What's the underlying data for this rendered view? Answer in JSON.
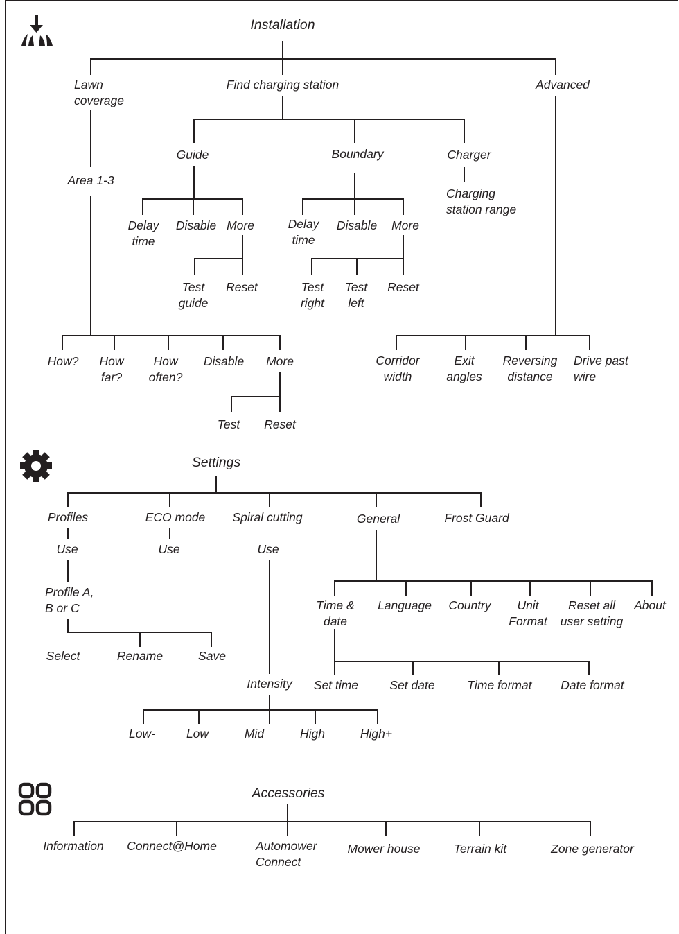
{
  "sections": {
    "installation": {
      "icon": "mower-installation-icon",
      "title": "Installation",
      "lawn_coverage": "Lawn\ncoverage",
      "find_charging_station": "Find charging station",
      "advanced": "Advanced",
      "area": "Area 1-3",
      "guide": "Guide",
      "boundary": "Boundary",
      "charger": "Charger",
      "charging_station_range": "Charging\nstation range",
      "guide_delay_time": "Delay\ntime",
      "guide_disable": "Disable",
      "guide_more": "More",
      "boundary_delay_time": "Delay\ntime",
      "boundary_disable": "Disable",
      "boundary_more": "More",
      "test_guide": "Test\nguide",
      "guide_reset": "Reset",
      "test_right": "Test\nright",
      "test_left": "Test\nleft",
      "boundary_reset": "Reset",
      "how": "How?",
      "how_far": "How\nfar?",
      "how_often": "How\noften?",
      "area_disable": "Disable",
      "area_more": "More",
      "area_test": "Test",
      "area_reset": "Reset",
      "corridor_width": "Corridor\nwidth",
      "exit_angles": "Exit\nangles",
      "reversing_distance": "Reversing\ndistance",
      "drive_past_wire": "Drive past\nwire"
    },
    "settings": {
      "icon": "gear-icon",
      "title": "Settings",
      "profiles": "Profiles",
      "eco_mode": "ECO mode",
      "spiral_cutting": "Spiral cutting",
      "general": "General",
      "frost_guard": "Frost Guard",
      "profiles_use": "Use",
      "eco_use": "Use",
      "spiral_use": "Use",
      "profile_abc": "Profile A,\nB or C",
      "select": "Select",
      "rename": "Rename",
      "save": "Save",
      "intensity": "Intensity",
      "low_minus": "Low-",
      "low": "Low",
      "mid": "Mid",
      "high": "High",
      "high_plus": "High+",
      "time_date": "Time &\ndate",
      "language": "Language",
      "country": "Country",
      "unit_format": "Unit\nFormat",
      "reset_all": "Reset all\nuser setting",
      "about": "About",
      "set_time": "Set time",
      "set_date": "Set date",
      "time_format": "Time format",
      "date_format": "Date format"
    },
    "accessories": {
      "icon": "accessories-grid-icon",
      "title": "Accessories",
      "information": "Information",
      "connect_home": "Connect@Home",
      "automower_connect": "Automower\nConnect",
      "mower_house": "Mower house",
      "terrain_kit": "Terrain kit",
      "zone_generator": "Zone generator"
    }
  },
  "line_color": "#231f20"
}
